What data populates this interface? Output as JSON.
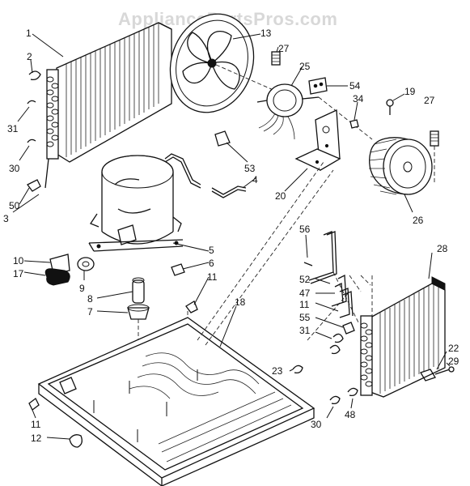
{
  "watermark": "AppliancePartsPros.com",
  "callouts": {
    "c1": "1",
    "c2": "2",
    "c31a": "31",
    "c30a": "30",
    "c50": "50",
    "c3": "3",
    "c13": "13",
    "c27a": "27",
    "c25": "25",
    "c54": "54",
    "c19": "19",
    "c34": "34",
    "c27b": "27",
    "c53": "53",
    "c4": "4",
    "c20": "20",
    "c26": "26",
    "c10": "10",
    "c17": "17",
    "c9": "9",
    "c5": "5",
    "c6": "6",
    "c11a": "11",
    "c8": "8",
    "c7": "7",
    "c18": "18",
    "c56": "56",
    "c28": "28",
    "c52": "52",
    "c47": "47",
    "c11b": "11",
    "c55": "55",
    "c31b": "31",
    "c23": "23",
    "c22": "22",
    "c29": "29",
    "c11c": "11",
    "c12": "12",
    "c30b": "30",
    "c48": "48"
  }
}
